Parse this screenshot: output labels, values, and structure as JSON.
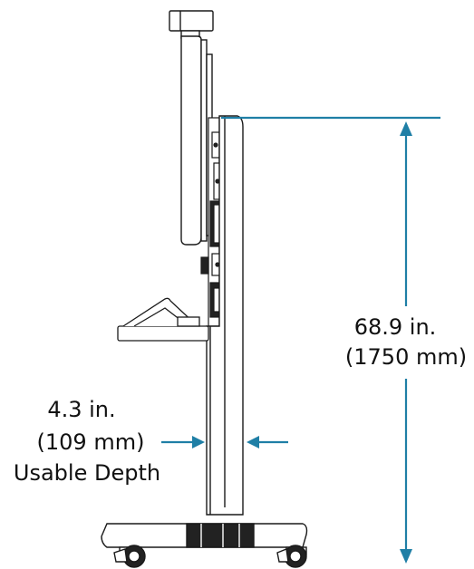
{
  "height_dimension": {
    "line1": "68.9 in.",
    "line2": "(1750 mm)"
  },
  "depth_dimension": {
    "line1": "4.3 in.",
    "line2": "(109 mm)",
    "line3": "Usable Depth"
  },
  "colors": {
    "dimension": "#1f7fa6",
    "outline": "#1a1a1a",
    "fill_dark": "#222222",
    "fill_light": "#ffffff"
  }
}
